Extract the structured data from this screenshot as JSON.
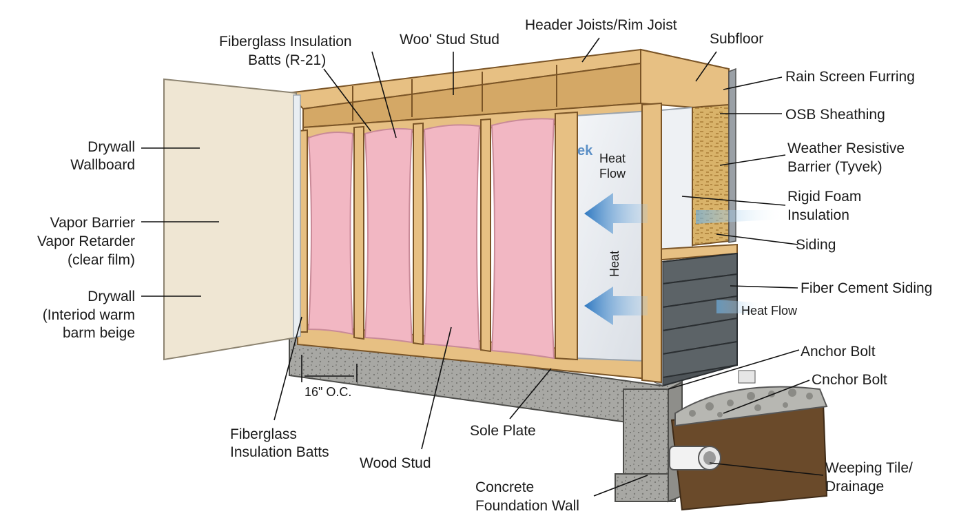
{
  "labels": {
    "fiberglass_top": [
      "Fiberglass Insulation",
      "Batts (R-21)"
    ],
    "wood_stud_top": "Woo' Stud Stud",
    "header_joists": "Header Joists/Rim Joist",
    "subfloor": "Subfloor",
    "rain_screen": "Rain Screen Furring",
    "osb": "OSB Sheathing",
    "weather_barrier": [
      "Weather Resistive",
      "Barrier (Tyvek)"
    ],
    "rigid_foam": [
      "Rigid Foam",
      "Insulation"
    ],
    "siding": "Siding",
    "fiber_cement": "Fiber Cement Siding",
    "heat_flow_right": "Heat Flow",
    "anchor_bolt": "Anchor Bolt",
    "cnchor_bolt": "Cnchor Bolt",
    "weeping_tile": [
      "Weeping Tile/",
      "Drainage"
    ],
    "concrete_wall": [
      "Concrete",
      "Foundation Wall"
    ],
    "sole_plate": "Sole Plate",
    "wood_stud_bottom": "Wood Stud",
    "fiberglass_bottom": [
      "Fiberglass",
      "Insulation Batts"
    ],
    "spacing": "16\" O.C.",
    "drywall_wallboard": [
      "Drywall",
      "Wallboard"
    ],
    "vapor_barrier": [
      "Vapor Barrier",
      "Vapor Retarder",
      "(clear film)"
    ],
    "drywall_interior": [
      "Drywall",
      "(Interiod warm",
      "barm beige"
    ],
    "tyvek_heat_flow": [
      "Heat",
      "Flow"
    ],
    "tyvek_heat": "Heat",
    "tyvek_logo": "ek"
  },
  "colors": {
    "wood": "#e7c083",
    "batt": "#f2b7c3",
    "drywall": "#efe6d3",
    "tyvek": "#e4e8ee",
    "foam": "#eef1f4",
    "osb": "#d9b36a",
    "cement_siding": "#4e5458",
    "concrete": "#a8a8a4",
    "heat_arrow": "#3b82c4"
  }
}
